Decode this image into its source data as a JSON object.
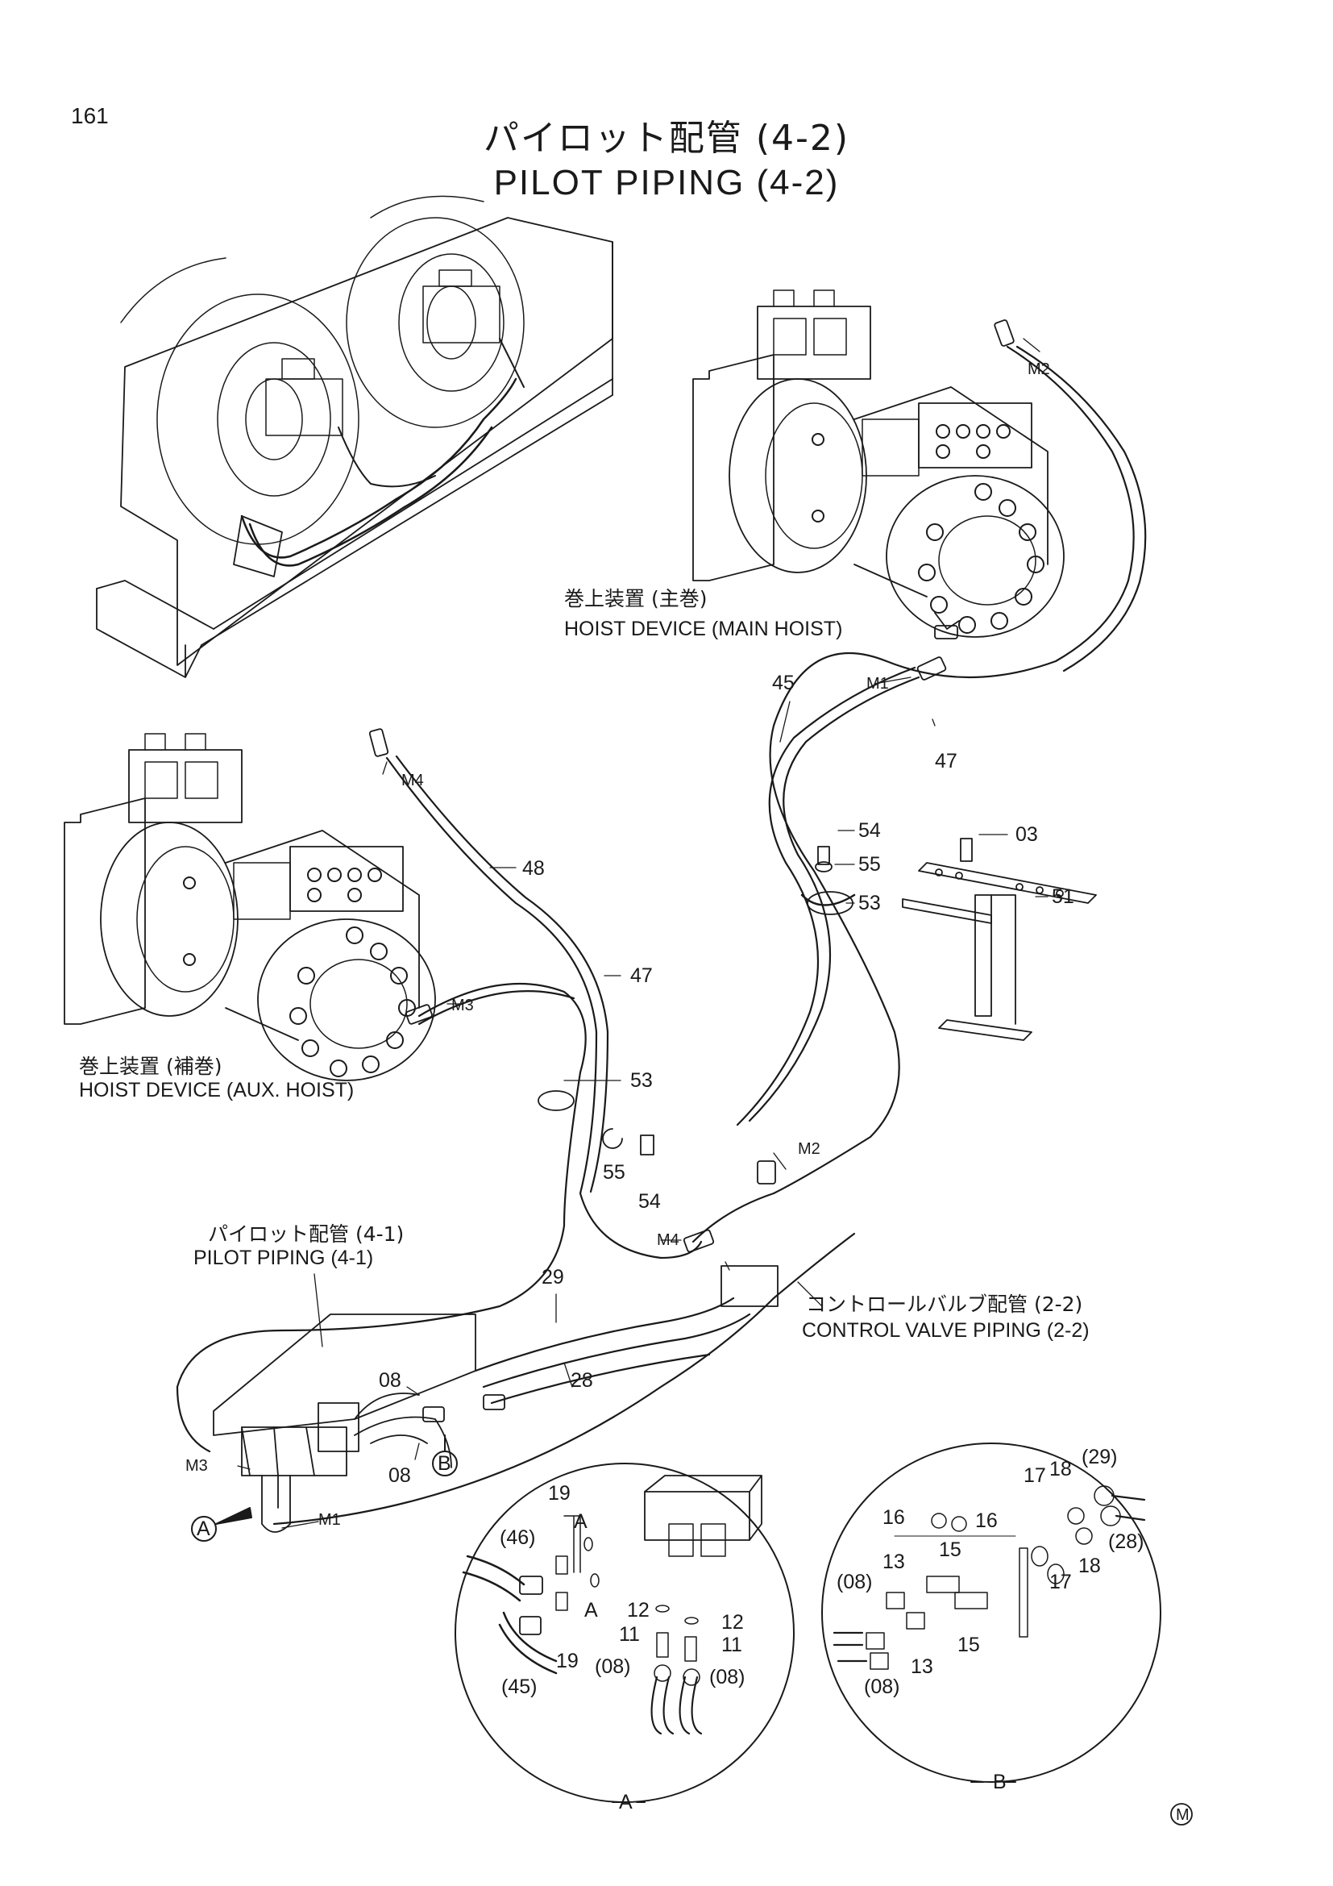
{
  "page_number": "161",
  "title_jp": "パイロット配管 (4-2)",
  "title_en": "PILOT PIPING (4-2)",
  "captions": {
    "main_hoist_jp": "巻上装置 (主巻)",
    "main_hoist_en": "HOIST DEVICE (MAIN HOIST)",
    "aux_hoist_jp": "巻上装置 (補巻)",
    "aux_hoist_en": "HOIST DEVICE (AUX. HOIST)",
    "pilot41_jp": "パイロット配管 (4-1)",
    "pilot41_en": "PILOT PIPING (4-1)",
    "cv_jp": "コントロールバルブ配管 (2-2)",
    "cv_en": "CONTROL VALVE PIPING (2-2)"
  },
  "ports": {
    "m1_top": "M1",
    "m2_top": "M2",
    "m2_mid": "M2",
    "m3_mid": "M3",
    "m3_low": "M3",
    "m4_top": "M4",
    "m4_mid": "M4",
    "m1_low": "M1"
  },
  "parts": {
    "p45": "45",
    "p47a": "47",
    "p54a": "54",
    "p03": "03",
    "p55a": "55",
    "p53a": "53",
    "p51": "51",
    "p48": "48",
    "p47b": "47",
    "p53b": "53",
    "p55b": "55",
    "p54b": "54",
    "p29": "29",
    "p28": "28",
    "p08a": "08",
    "p08b": "08"
  },
  "callouts": {
    "a": "A",
    "b": "B"
  },
  "detail_a": {
    "p19a": "19",
    "pA1": "A",
    "p46": "(46)",
    "pA2": "A",
    "p12a": "12",
    "p12b": "12",
    "p11a": "11",
    "p11b": "11",
    "p19b": "19",
    "p08a": "(08)",
    "p08b": "(08)",
    "p45": "(45)",
    "label": "A"
  },
  "detail_b": {
    "p29": "(29)",
    "p18a": "18",
    "p17a": "17",
    "p16a": "16",
    "p16b": "16",
    "p15a": "15",
    "p13a": "13",
    "p08a": "(08)",
    "p28": "(28)",
    "p17b": "17",
    "p18b": "18",
    "p15b": "15",
    "p13b": "13",
    "p08b": "(08)",
    "label": "B"
  },
  "mark": "M"
}
